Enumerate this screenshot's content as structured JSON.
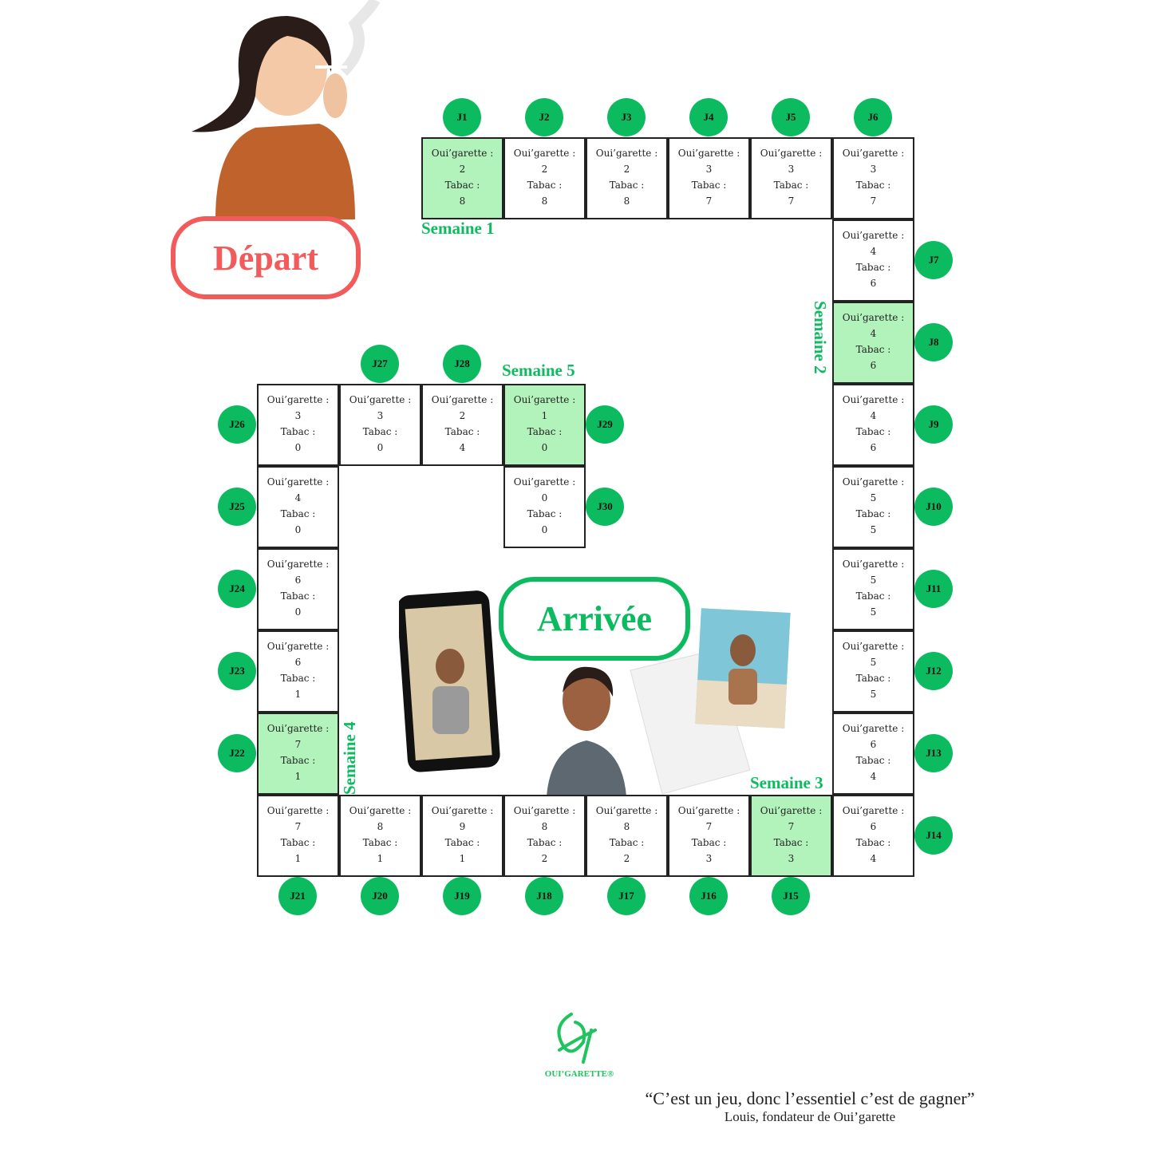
{
  "labels": {
    "oui": "Oui’garette :",
    "tabac": "Tabac :"
  },
  "colors": {
    "accent": "#0cbb5f",
    "highlight": "#b2f2bb",
    "depart": "#f25b5b"
  },
  "start_label": "Départ",
  "finish_label": "Arrivée",
  "weeks": [
    "Semaine 1",
    "Semaine 2",
    "Semaine 3",
    "Semaine 4",
    "Semaine 5"
  ],
  "days": [
    {
      "id": "J1",
      "oui": 2,
      "tabac": 8,
      "highlight": true
    },
    {
      "id": "J2",
      "oui": 2,
      "tabac": 8
    },
    {
      "id": "J3",
      "oui": 2,
      "tabac": 8
    },
    {
      "id": "J4",
      "oui": 3,
      "tabac": 7
    },
    {
      "id": "J5",
      "oui": 3,
      "tabac": 7
    },
    {
      "id": "J6",
      "oui": 3,
      "tabac": 7
    },
    {
      "id": "J7",
      "oui": 4,
      "tabac": 6
    },
    {
      "id": "J8",
      "oui": 4,
      "tabac": 6,
      "highlight": true
    },
    {
      "id": "J9",
      "oui": 4,
      "tabac": 6
    },
    {
      "id": "J10",
      "oui": 5,
      "tabac": 5
    },
    {
      "id": "J11",
      "oui": 5,
      "tabac": 5
    },
    {
      "id": "J12",
      "oui": 5,
      "tabac": 5
    },
    {
      "id": "J13",
      "oui": 6,
      "tabac": 4
    },
    {
      "id": "J14",
      "oui": 6,
      "tabac": 4
    },
    {
      "id": "J15",
      "oui": 7,
      "tabac": 3,
      "highlight": true
    },
    {
      "id": "J16",
      "oui": 7,
      "tabac": 3
    },
    {
      "id": "J17",
      "oui": 8,
      "tabac": 2
    },
    {
      "id": "J18",
      "oui": 8,
      "tabac": 2
    },
    {
      "id": "J19",
      "oui": 9,
      "tabac": 1
    },
    {
      "id": "J20",
      "oui": 8,
      "tabac": 1
    },
    {
      "id": "J21",
      "oui": 7,
      "tabac": 1
    },
    {
      "id": "J22",
      "oui": 7,
      "tabac": 1,
      "highlight": true
    },
    {
      "id": "J23",
      "oui": 6,
      "tabac": 1
    },
    {
      "id": "J24",
      "oui": 6,
      "tabac": 0
    },
    {
      "id": "J25",
      "oui": 4,
      "tabac": 0
    },
    {
      "id": "J26",
      "oui": 3,
      "tabac": 0
    },
    {
      "id": "J27",
      "oui": 3,
      "tabac": 0
    },
    {
      "id": "J28",
      "oui": 2,
      "tabac": 4
    },
    {
      "id": "J29",
      "oui": 1,
      "tabac": 0,
      "highlight": true
    },
    {
      "id": "J30",
      "oui": 0,
      "tabac": 0
    }
  ],
  "logo": {
    "brand": "OUI’GARETTE®"
  },
  "quote": {
    "text": "“C’est un jeu, donc l’essentiel c’est de gagner”",
    "author": "Louis, fondateur de Oui’garette"
  }
}
